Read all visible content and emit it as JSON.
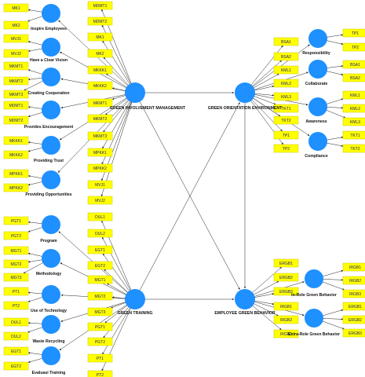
{
  "diagram": {
    "latents": [
      {
        "id": "GIM",
        "label": "GREEN INVOLVEMENT MANAGEMENT"
      },
      {
        "id": "GOE",
        "label": "GREEN ORIENTATION ENVIRONMENT"
      },
      {
        "id": "GT",
        "label": "GREEN TRAINING"
      },
      {
        "id": "EGB",
        "label": "EMPLOYEE GREEN BEHAVIOR"
      },
      {
        "id": "IE",
        "label": "Inspire Employees"
      },
      {
        "id": "HCV",
        "label": "Have a Clear Vision"
      },
      {
        "id": "CC",
        "label": "Creating Cooperation"
      },
      {
        "id": "PE",
        "label": "Provides Encouragement"
      },
      {
        "id": "PTR",
        "label": "Providing Trust"
      },
      {
        "id": "PO",
        "label": "Providing Opportunities"
      },
      {
        "id": "RES",
        "label": "Responsibility"
      },
      {
        "id": "COL",
        "label": "Collaborate"
      },
      {
        "id": "AWA",
        "label": "Awareness"
      },
      {
        "id": "COM",
        "label": "Compliance"
      },
      {
        "id": "PRG",
        "label": "Program"
      },
      {
        "id": "MET",
        "label": "Methodology"
      },
      {
        "id": "UOT",
        "label": "Use of Technology"
      },
      {
        "id": "WR",
        "label": "Waste Recycling"
      },
      {
        "id": "ET",
        "label": "Evaluasi Training"
      },
      {
        "id": "IRG",
        "label": "In-Role Green Behavior"
      },
      {
        "id": "ERG",
        "label": "Extra-Role Green Behavior"
      }
    ],
    "indicator_groups": [
      {
        "latent": "IE",
        "items": [
          "MK1",
          "MK2"
        ]
      },
      {
        "latent": "HCV",
        "items": [
          "MVJ1",
          "MVJ2"
        ]
      },
      {
        "latent": "CC",
        "items": [
          "MKMT1",
          "MKMT2",
          "MKMT3"
        ]
      },
      {
        "latent": "PE",
        "items": [
          "MDMT1",
          "MDMT2"
        ]
      },
      {
        "latent": "PTR",
        "items": [
          "MKKK1",
          "MKKK2"
        ]
      },
      {
        "latent": "PO",
        "items": [
          "MPKK1",
          "MPKK2"
        ]
      },
      {
        "latent": "GIM",
        "items": [
          "MDMT1",
          "MDMT2",
          "MK1",
          "MK2",
          "MKKK1",
          "MKKK2",
          "MKMT1",
          "MKMT2",
          "MKMT3",
          "MPKK1",
          "MPKK2",
          "MVJ1",
          "MVJ2"
        ]
      },
      {
        "latent": "GOE",
        "items": [
          "BSA1",
          "BSA2",
          "KML1",
          "KML2",
          "KML3",
          "TKT1",
          "TKT2",
          "TP1",
          "TP2"
        ]
      },
      {
        "latent": "RES",
        "items": [
          "TP1",
          "TP2"
        ]
      },
      {
        "latent": "COL",
        "items": [
          "BSA1",
          "BSA2"
        ]
      },
      {
        "latent": "AWA",
        "items": [
          "KML1",
          "KML2",
          "KML3"
        ]
      },
      {
        "latent": "COM",
        "items": [
          "TKT1",
          "TKT2"
        ]
      },
      {
        "latent": "GT",
        "items": [
          "DUL1",
          "DUL2",
          "EGT1",
          "EGT2",
          "MGT1",
          "MGT2",
          "MGT3",
          "PGT1",
          "PGT2",
          "PT1",
          "PT2"
        ]
      },
      {
        "latent": "PRG",
        "items": [
          "PGT1",
          "PGT2"
        ]
      },
      {
        "latent": "MET",
        "items": [
          "MGT1",
          "MGT2",
          "MGT3"
        ]
      },
      {
        "latent": "UOT",
        "items": [
          "PT1",
          "PT2"
        ]
      },
      {
        "latent": "WR",
        "items": [
          "DUL1",
          "DUL2"
        ]
      },
      {
        "latent": "ET",
        "items": [
          "EGT1",
          "EGT2"
        ]
      },
      {
        "latent": "EGB",
        "items": [
          "ERGB1",
          "ERGB2",
          "ERGB3",
          "IRGB1",
          "IRGB2",
          "IRGB3"
        ]
      },
      {
        "latent": "IRG",
        "items": [
          "IRGB1",
          "IRGB2",
          "IRGB3"
        ]
      },
      {
        "latent": "ERG",
        "items": [
          "ERGB1",
          "ERGB2",
          "ERGB3"
        ]
      }
    ],
    "paths": [
      {
        "from": "GIM",
        "to": "GOE"
      },
      {
        "from": "GIM",
        "to": "EGB"
      },
      {
        "from": "GT",
        "to": "GOE"
      },
      {
        "from": "GT",
        "to": "EGB"
      },
      {
        "from": "GOE",
        "to": "EGB"
      },
      {
        "from": "GIM",
        "to": "IE"
      },
      {
        "from": "GIM",
        "to": "HCV"
      },
      {
        "from": "GIM",
        "to": "CC"
      },
      {
        "from": "GIM",
        "to": "PE"
      },
      {
        "from": "GIM",
        "to": "PTR"
      },
      {
        "from": "GIM",
        "to": "PO"
      },
      {
        "from": "GOE",
        "to": "RES"
      },
      {
        "from": "GOE",
        "to": "COL"
      },
      {
        "from": "GOE",
        "to": "AWA"
      },
      {
        "from": "GOE",
        "to": "COM"
      },
      {
        "from": "GT",
        "to": "PRG"
      },
      {
        "from": "GT",
        "to": "MET"
      },
      {
        "from": "GT",
        "to": "UOT"
      },
      {
        "from": "GT",
        "to": "WR"
      },
      {
        "from": "GT",
        "to": "ET"
      },
      {
        "from": "EGB",
        "to": "IRG"
      },
      {
        "from": "EGB",
        "to": "ERG"
      }
    ]
  },
  "colors": {
    "latent": "#1e90ff",
    "indicator": "#ffff00",
    "indicator_text": "#1a1a7a",
    "edge": "#222222"
  }
}
